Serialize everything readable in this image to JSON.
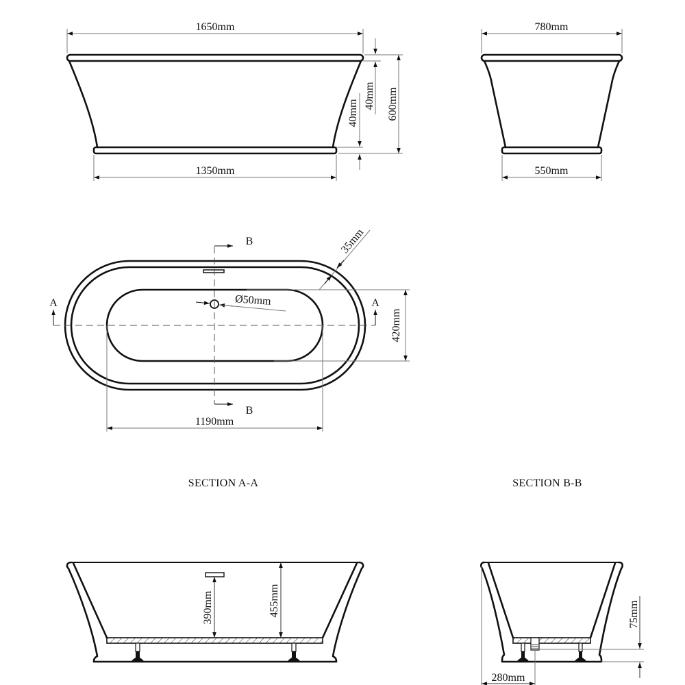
{
  "drawing": {
    "type": "freestanding bath technical drawing",
    "views": {
      "side_elevation": {
        "top_length": "1650mm",
        "base_length": "1350mm",
        "total_height": "600mm",
        "rim_height": "40mm",
        "plinth_height": "40mm"
      },
      "end_elevation": {
        "top_width": "780mm",
        "base_width": "550mm"
      },
      "plan_view": {
        "inner_length": "1190mm",
        "inner_width": "420mm",
        "rim_thickness": "35mm",
        "waste_diameter": "Ø50mm",
        "section_markers": {
          "a_left": "A",
          "a_right": "A",
          "b_top": "B",
          "b_bottom": "B"
        }
      },
      "section_a_a": {
        "title": "SECTION A-A",
        "overflow_height": "390mm",
        "internal_depth": "455mm"
      },
      "section_b_b": {
        "title": "SECTION B-B",
        "waste_height": "75mm",
        "waste_offset": "280mm"
      }
    }
  }
}
